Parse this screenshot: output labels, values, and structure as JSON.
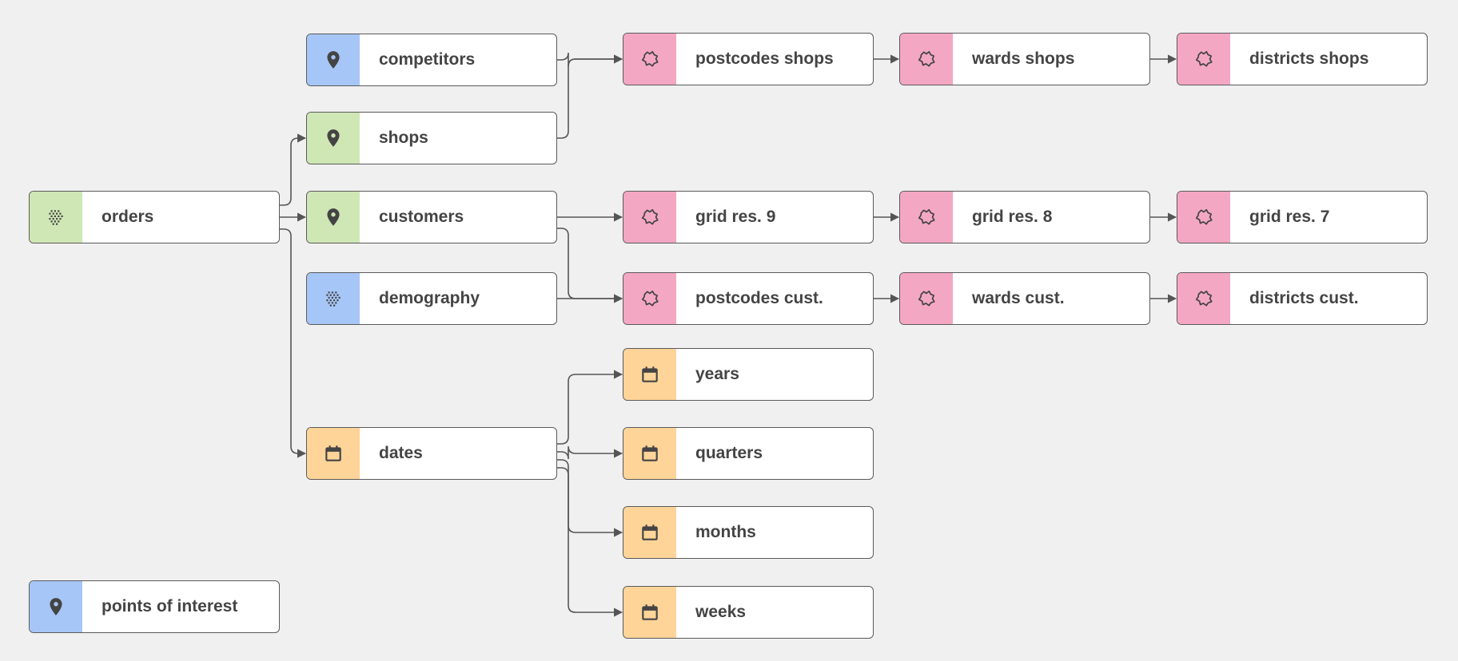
{
  "colors": {
    "table": "#cfe7b5",
    "reference": "#a6c6f7",
    "geo": "#f4a7c3",
    "time": "#fed498",
    "stroke": "#555555",
    "background": "#f0f0f0"
  },
  "nodes": [
    {
      "id": "orders",
      "label": "orders",
      "icon": "grid-dots-icon",
      "category": "table"
    },
    {
      "id": "points-of-interest",
      "label": "points of interest",
      "icon": "map-pin-icon",
      "category": "reference"
    },
    {
      "id": "competitors",
      "label": "competitors",
      "icon": "map-pin-icon",
      "category": "reference"
    },
    {
      "id": "shops",
      "label": "shops",
      "icon": "map-pin-icon",
      "category": "table"
    },
    {
      "id": "customers",
      "label": "customers",
      "icon": "map-pin-icon",
      "category": "table"
    },
    {
      "id": "demography",
      "label": "demography",
      "icon": "grid-dots-icon",
      "category": "reference"
    },
    {
      "id": "dates",
      "label": "dates",
      "icon": "calendar-icon",
      "category": "time"
    },
    {
      "id": "postcodes-shops",
      "label": "postcodes shops",
      "icon": "region-shape-icon",
      "category": "geo"
    },
    {
      "id": "wards-shops",
      "label": "wards shops",
      "icon": "region-shape-icon",
      "category": "geo"
    },
    {
      "id": "districts-shops",
      "label": "districts shops",
      "icon": "region-shape-icon",
      "category": "geo"
    },
    {
      "id": "grid-res-9",
      "label": "grid res. 9",
      "icon": "region-shape-icon",
      "category": "geo"
    },
    {
      "id": "grid-res-8",
      "label": "grid res. 8",
      "icon": "region-shape-icon",
      "category": "geo"
    },
    {
      "id": "grid-res-7",
      "label": "grid res. 7",
      "icon": "region-shape-icon",
      "category": "geo"
    },
    {
      "id": "postcodes-cust",
      "label": "postcodes cust.",
      "icon": "region-shape-icon",
      "category": "geo"
    },
    {
      "id": "wards-cust",
      "label": "wards cust.",
      "icon": "region-shape-icon",
      "category": "geo"
    },
    {
      "id": "districts-cust",
      "label": "districts cust.",
      "icon": "region-shape-icon",
      "category": "geo"
    },
    {
      "id": "years",
      "label": "years",
      "icon": "calendar-icon",
      "category": "time"
    },
    {
      "id": "quarters",
      "label": "quarters",
      "icon": "calendar-icon",
      "category": "time"
    },
    {
      "id": "months",
      "label": "months",
      "icon": "calendar-icon",
      "category": "time"
    },
    {
      "id": "weeks",
      "label": "weeks",
      "icon": "calendar-icon",
      "category": "time"
    }
  ],
  "edges": [
    {
      "from": "orders",
      "to": "shops"
    },
    {
      "from": "orders",
      "to": "customers"
    },
    {
      "from": "orders",
      "to": "dates"
    },
    {
      "from": "competitors",
      "to": "postcodes-shops"
    },
    {
      "from": "shops",
      "to": "postcodes-shops"
    },
    {
      "from": "postcodes-shops",
      "to": "wards-shops"
    },
    {
      "from": "wards-shops",
      "to": "districts-shops"
    },
    {
      "from": "customers",
      "to": "grid-res-9"
    },
    {
      "from": "customers",
      "to": "postcodes-cust"
    },
    {
      "from": "demography",
      "to": "postcodes-cust"
    },
    {
      "from": "grid-res-9",
      "to": "grid-res-8"
    },
    {
      "from": "grid-res-8",
      "to": "grid-res-7"
    },
    {
      "from": "postcodes-cust",
      "to": "wards-cust"
    },
    {
      "from": "wards-cust",
      "to": "districts-cust"
    },
    {
      "from": "dates",
      "to": "years"
    },
    {
      "from": "dates",
      "to": "quarters"
    },
    {
      "from": "dates",
      "to": "months"
    },
    {
      "from": "dates",
      "to": "weeks"
    }
  ]
}
